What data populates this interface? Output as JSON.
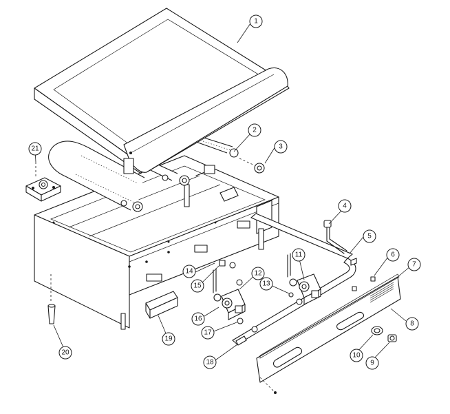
{
  "callouts": [
    {
      "label": "1"
    },
    {
      "label": "2"
    },
    {
      "label": "3"
    },
    {
      "label": "4"
    },
    {
      "label": "5"
    },
    {
      "label": "6"
    },
    {
      "label": "7"
    },
    {
      "label": "8"
    },
    {
      "label": "9"
    },
    {
      "label": "10"
    },
    {
      "label": "11"
    },
    {
      "label": "12"
    },
    {
      "label": "13"
    },
    {
      "label": "14"
    },
    {
      "label": "15"
    },
    {
      "label": "16"
    },
    {
      "label": "17"
    },
    {
      "label": "18"
    },
    {
      "label": "19"
    },
    {
      "label": "20"
    },
    {
      "label": "21"
    }
  ]
}
